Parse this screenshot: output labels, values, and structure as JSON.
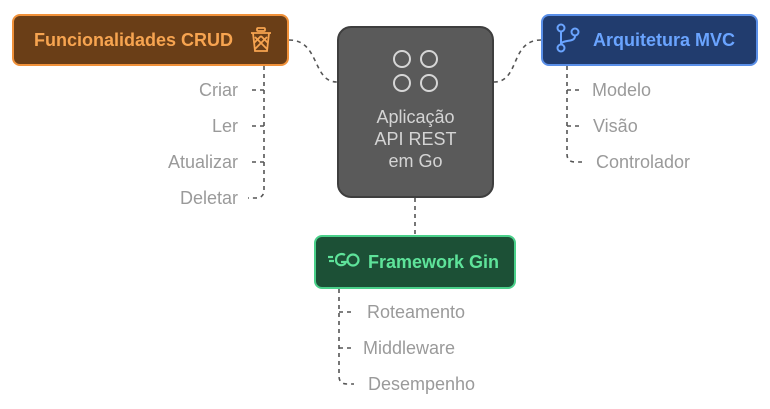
{
  "center": {
    "title": "Aplicação\nAPI REST\nem Go",
    "icon": "four-circles-icon"
  },
  "crud": {
    "label": "Funcionalidades CRUD",
    "icon": "trash-basket-icon",
    "items": [
      "Criar",
      "Ler",
      "Atualizar",
      "Deletar"
    ]
  },
  "mvc": {
    "label": "Arquitetura MVC",
    "icon": "git-branch-icon",
    "items": [
      "Modelo",
      "Visão",
      "Controlador"
    ]
  },
  "gin": {
    "label": "Framework Gin",
    "icon": "go-logo-icon",
    "items": [
      "Roteamento",
      "Middleware",
      "Desempenho"
    ]
  },
  "colors": {
    "center_bg": "#5a5a5a",
    "crud_bg": "#6a3e17",
    "crud_accent": "#f0913a",
    "mvc_bg": "#213c6e",
    "mvc_accent": "#5a8fe8",
    "gin_bg": "#1c5036",
    "gin_accent": "#4ad08a",
    "connector": "#5a5a5a",
    "leaf_text": "#9a9a9a"
  }
}
